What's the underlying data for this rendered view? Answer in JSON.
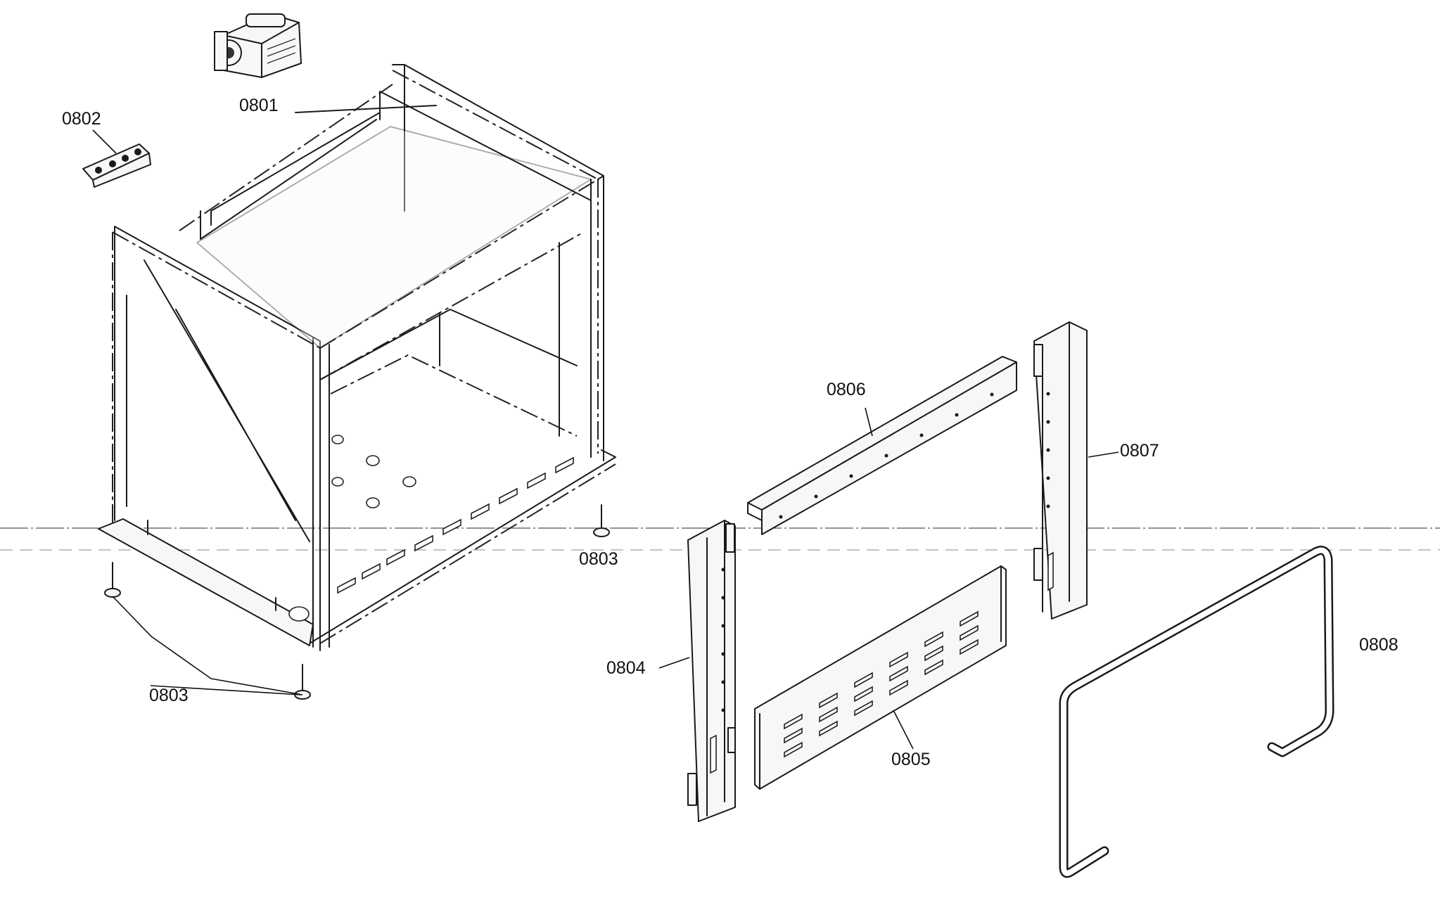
{
  "parts": [
    {
      "key": "motor",
      "label": "0801"
    },
    {
      "key": "terminal_block",
      "label": "0802"
    },
    {
      "key": "foot_right",
      "label": "0803"
    },
    {
      "key": "foot_left",
      "label": "0803"
    },
    {
      "key": "side_strip_left",
      "label": "0804"
    },
    {
      "key": "bottom_vent_panel",
      "label": "0805"
    },
    {
      "key": "top_angle_rail",
      "label": "0806"
    },
    {
      "key": "side_strip_right",
      "label": "0807"
    },
    {
      "key": "handle_bar",
      "label": "0808"
    }
  ]
}
